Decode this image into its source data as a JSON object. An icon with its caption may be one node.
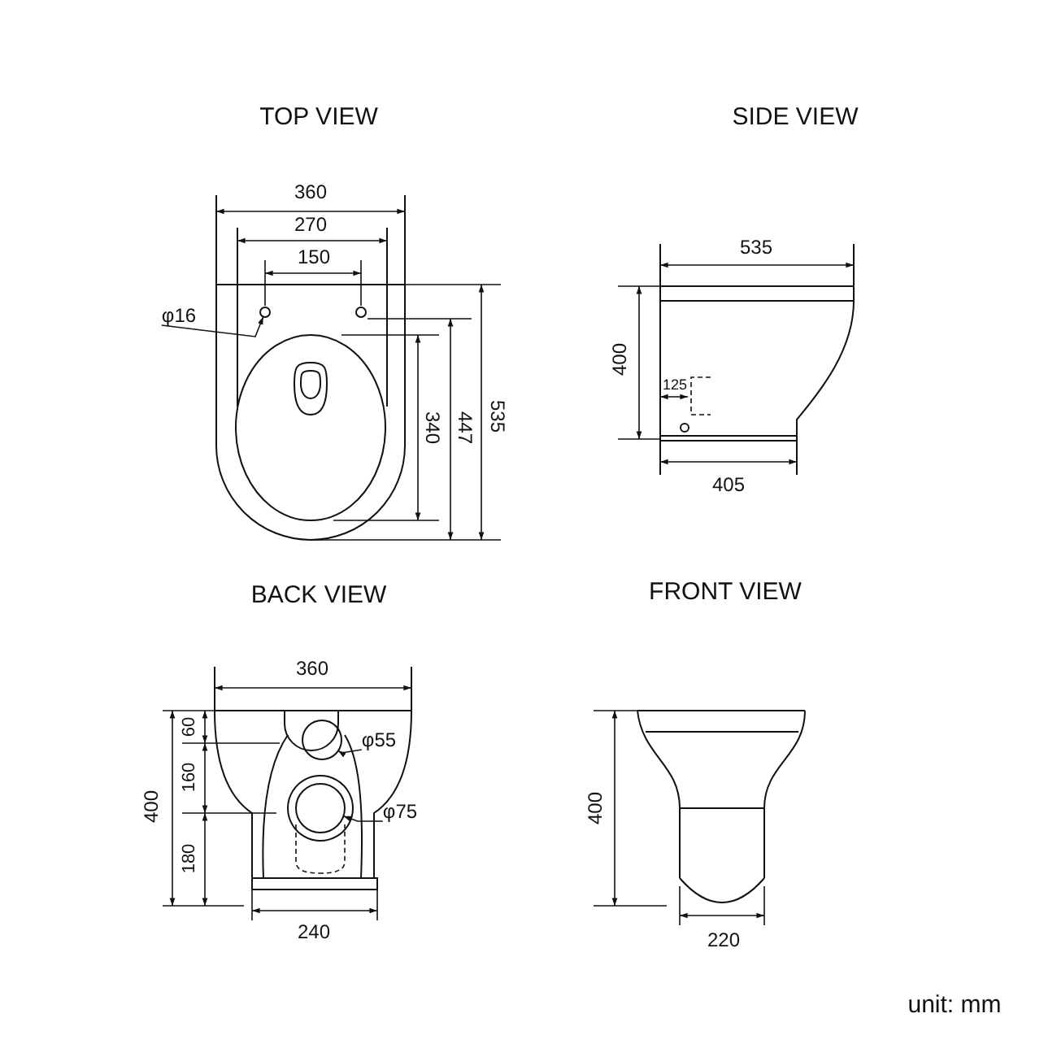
{
  "diagram": {
    "nodes": [
      {
        "text": [
          "φ16"
        ]
      },
      {
        "text": [],
        "shape": "circle"
      },
      {
        "text": [
          "φ55"
        ]
      },
      {
        "text": [],
        "shape": "circle"
      },
      {
        "text": [
          "φ75"
        ]
      },
      {
        "text": [],
        "shape": "circle"
      }
    ],
    "edges": [
      {
        "from": 0,
        "to": 1,
        "arrow": "to"
      },
      {
        "from": 2,
        "to": 3,
        "arrow": "to"
      },
      {
        "from": 4,
        "to": 5,
        "arrow": "to"
      }
    ],
    "labels": [
      "TOP VIEW",
      "SIDE VIEW",
      "360",
      "270",
      "150",
      "535",
      "400",
      "125",
      "340",
      "447",
      "535",
      "405",
      "BACK VIEW",
      "FRONT VIEW",
      "360",
      "60",
      "400",
      "160",
      "180",
      "400",
      "240",
      "220",
      "unit: mm"
    ]
  }
}
